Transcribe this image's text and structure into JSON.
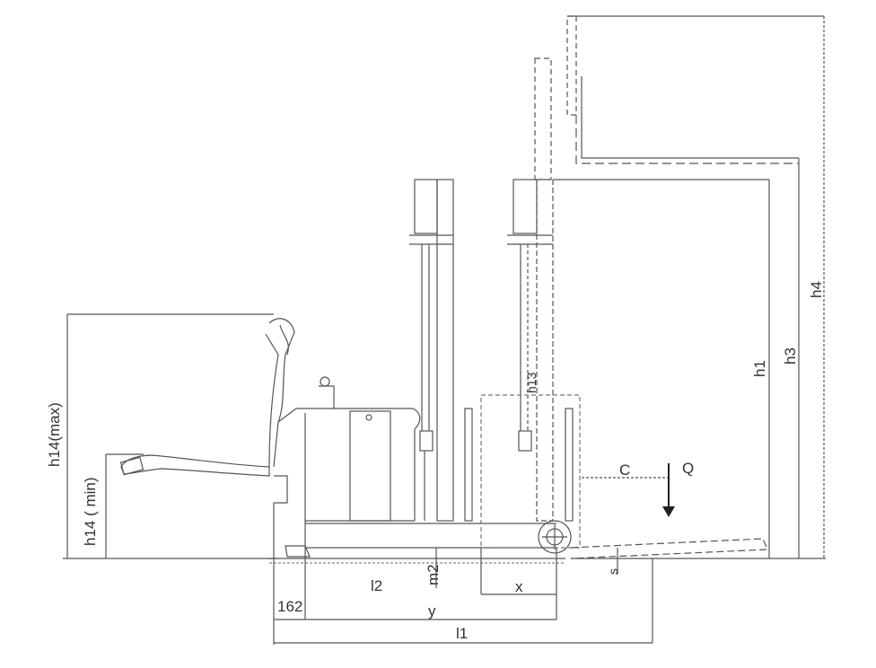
{
  "diagram": {
    "type": "technical side-view dimension drawing",
    "subject": "electric reach stacker / walkie stacker",
    "stroke_color": "#555555",
    "background": "#ffffff"
  },
  "dimensions": {
    "h14_max": "h14(max)",
    "h14_min": "h14 ( min)",
    "h1": "h1",
    "h3": "h3",
    "h4": "h4",
    "h13": "h13",
    "l1": "l1",
    "l2": "l2",
    "m2": "m2",
    "x": "x",
    "y": "y",
    "s": "s",
    "c": "C",
    "q": "Q",
    "value_162": "162"
  }
}
